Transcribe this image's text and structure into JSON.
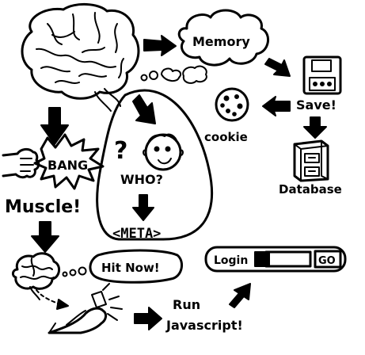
{
  "labels": {
    "memory": "Memory",
    "save": "Save!",
    "cookie": "cookie",
    "database": "Database",
    "bang": "BANG",
    "muscle": "Muscle!",
    "who": "WHO?",
    "question_mark": "?",
    "meta": "<META>",
    "hit_now": "Hit Now!",
    "login": "Login",
    "go": "GO",
    "run": "Run",
    "javascript": "Javascript!"
  },
  "icons": [
    "brain-icon",
    "thought-cloud-icon",
    "floppy-disk-icon",
    "cookie-icon",
    "filing-cabinet-icon",
    "fist-icon",
    "face-icon",
    "small-brain-icon",
    "hand-press-icon"
  ],
  "colors": {
    "ink": "#000000",
    "paper": "#ffffff"
  }
}
